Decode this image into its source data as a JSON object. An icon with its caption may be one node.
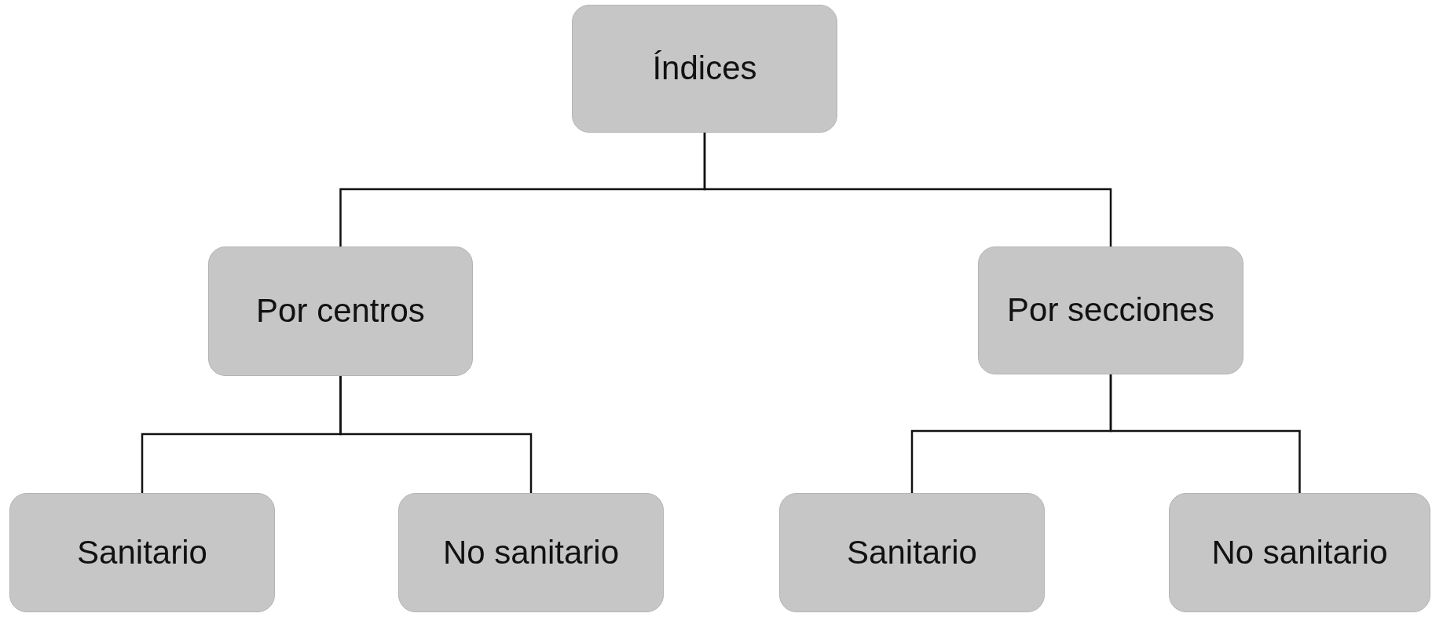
{
  "diagram": {
    "nodes": [
      {
        "text": [
          "Índices"
        ]
      },
      {
        "text": [
          "Por centros"
        ]
      },
      {
        "text": [
          "Por secciones"
        ]
      },
      {
        "text": [
          "Sanitario"
        ]
      },
      {
        "text": [
          "No sanitario"
        ]
      },
      {
        "text": [
          "Sanitario"
        ]
      },
      {
        "text": [
          "No sanitario"
        ]
      }
    ],
    "edges": [
      {
        "from": 0,
        "to": 1,
        "arrow": "none"
      },
      {
        "from": 0,
        "to": 2,
        "arrow": "none"
      },
      {
        "from": 1,
        "to": 3,
        "arrow": "none"
      },
      {
        "from": 1,
        "to": 4,
        "arrow": "none"
      },
      {
        "from": 2,
        "to": 5,
        "arrow": "none"
      },
      {
        "from": 2,
        "to": 6,
        "arrow": "none"
      }
    ]
  }
}
